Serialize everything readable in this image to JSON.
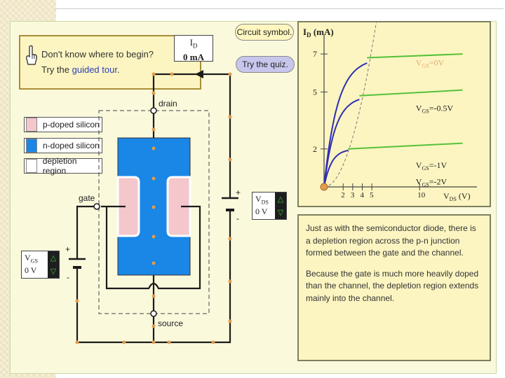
{
  "tour": {
    "line1": "Don't know where to begin?",
    "line2_prefix": "Try the",
    "line2_link": "guided tour",
    "line2_suffix": "."
  },
  "meter": {
    "label": "I",
    "label_sub": "D",
    "value": "0 mA"
  },
  "buttons": {
    "circuit_symbol": "Circuit symbol.",
    "quiz": "Try the quiz."
  },
  "legend": [
    {
      "label": "p-doped silicon",
      "color": "#f3c7cc"
    },
    {
      "label": "n-doped silicon",
      "color": "#1a86e6"
    },
    {
      "label": "depletion region",
      "color": "#ffffff"
    }
  ],
  "circuit": {
    "drain": "drain",
    "source": "source",
    "gate": "gate",
    "plus": "+",
    "minus": "-",
    "vds": {
      "name": "V",
      "sub": "DS",
      "value": "0 V"
    },
    "vgs": {
      "name": "V",
      "sub": "GS",
      "value": "0 V"
    },
    "colors": {
      "wire": "#1b1b1b",
      "dot": "#e39b4c",
      "nsilicon": "#1a86e6",
      "psilicon": "#f3c7cc"
    }
  },
  "chart_data": {
    "type": "line",
    "ylabel": "I",
    "ylabel_sub": "D",
    "ylabel_unit": " (mA)",
    "xlabel": "V",
    "xlabel_sub": "DS",
    "xlabel_unit": " (V)",
    "yticks": [
      2,
      5,
      7
    ],
    "xticks": [
      2,
      3,
      4,
      5,
      10
    ],
    "xlim": [
      0,
      16
    ],
    "ylim": [
      0,
      8
    ],
    "series": [
      {
        "name": "VGS=0V",
        "label_prefix": "V",
        "label_sub": "GS",
        "label_suffix": "=0V",
        "saturation": 6.8,
        "end_value": 7.0,
        "knee": 4.5,
        "label_color": "#e0a878"
      },
      {
        "name": "VGS=-0.5V",
        "label_prefix": "V",
        "label_sub": "GS",
        "label_suffix": "=-0.5V",
        "saturation": 4.8,
        "end_value": 5.1,
        "knee": 3.7,
        "label_color": "#222222"
      },
      {
        "name": "VGS=-1V",
        "label_prefix": "V",
        "label_sub": "GS",
        "label_suffix": "=-1V",
        "saturation": 2.0,
        "end_value": 2.3,
        "knee": 2.5,
        "label_color": "#222222"
      },
      {
        "name": "VGS=-2V",
        "label_prefix": "V",
        "label_sub": "GS",
        "label_suffix": "=-2V",
        "saturation": 0,
        "end_value": 0,
        "knee": 0,
        "label_color": "#222222"
      }
    ],
    "colors": {
      "saturation": "#56c13a",
      "ohmic": "#2f2fb4",
      "pinch": "#777777",
      "point": "#e39b4c"
    }
  },
  "explanation": {
    "p1": "Just as with the semiconductor diode, there is a depletion region across the p-n junction formed between the gate and the channel.",
    "p2": "Because the gate is much more heavily doped than the channel, the depletion region extends mainly into the channel."
  }
}
